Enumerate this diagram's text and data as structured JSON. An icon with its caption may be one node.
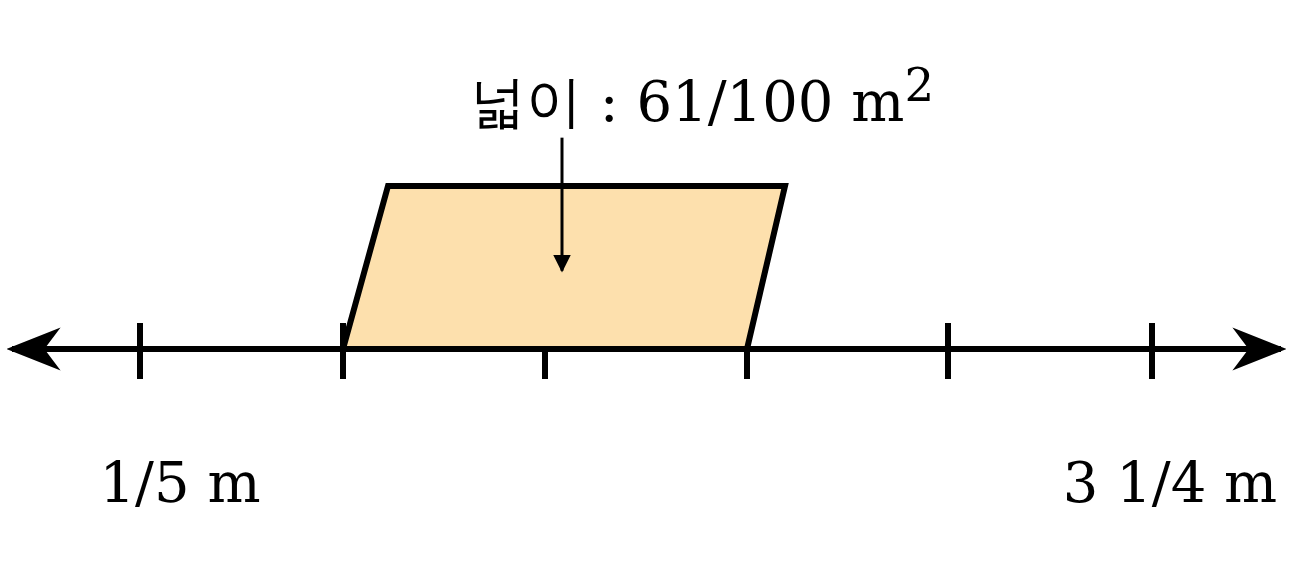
{
  "diagram": {
    "nodes": [
      {
        "text": [
          "넓이 : 61/100 m$^{2}$"
        ]
      },
      {
        "text": [],
        "shape": "parallelogram"
      }
    ],
    "edges": [
      {
        "from": 0,
        "to": 1,
        "arrow": "to"
      }
    ],
    "labels": [
      "1/5 m",
      "3 1/4 m"
    ]
  }
}
